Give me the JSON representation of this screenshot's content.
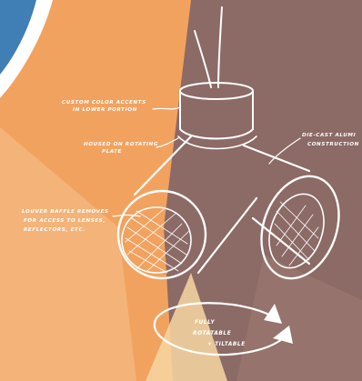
{
  "illustration": {
    "colors": {
      "left_background": "#f2a25f",
      "right_background": "#8c6a66",
      "corner_blue": "#3f7fb6",
      "light_beam": "#f7d7a2",
      "ink": "#ffffff"
    },
    "annotations": {
      "custom_color_accents": "CUSTOM COLOR ACCENTS",
      "custom_color_accents_2": "IN LOWER PORTION",
      "housed_on_rotating_plate": "HOUSED ON ROTATING",
      "housed_on_rotating_plate_2": "PLATE",
      "die_cast_aluminium": "DIE-CAST ALUMI",
      "die_cast_aluminium_2": "CONSTRUCTION",
      "louver_baffle": "LOUVER BAFFLE REMOVES",
      "louver_baffle_2": "FOR ACCESS TO LENSES,",
      "louver_baffle_3": "REFLECTORS, ETC.",
      "fully_rotatable": "FULLY",
      "fully_rotatable_2": "ROTATABLE",
      "fully_rotatable_3": "+ TILTABLE"
    }
  }
}
